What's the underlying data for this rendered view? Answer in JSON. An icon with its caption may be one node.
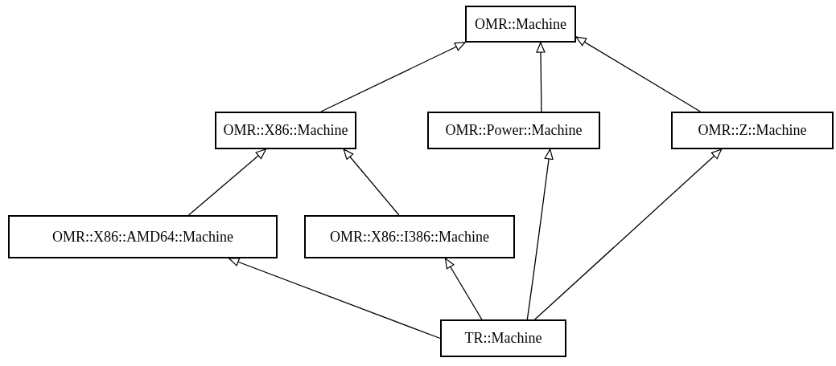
{
  "diagram": {
    "nodes": [
      {
        "text": [
          "OMR::Machine"
        ]
      },
      {
        "text": [
          "OMR::X86::Machine"
        ]
      },
      {
        "text": [
          "OMR::Power::Machine"
        ]
      },
      {
        "text": [
          "OMR::Z::Machine"
        ]
      },
      {
        "text": [
          "OMR::X86::AMD64::Machine"
        ]
      },
      {
        "text": [
          "OMR::X86::I386::Machine"
        ]
      },
      {
        "text": [
          "TR::Machine"
        ]
      }
    ],
    "edges": [
      {
        "from": 1,
        "to": 0,
        "arrow": "to"
      },
      {
        "from": 2,
        "to": 0,
        "arrow": "to"
      },
      {
        "from": 3,
        "to": 0,
        "arrow": "to"
      },
      {
        "from": 4,
        "to": 1,
        "arrow": "to"
      },
      {
        "from": 5,
        "to": 1,
        "arrow": "to"
      },
      {
        "from": 6,
        "to": 4,
        "arrow": "to"
      },
      {
        "from": 6,
        "to": 5,
        "arrow": "to"
      },
      {
        "from": 6,
        "to": 2,
        "arrow": "to"
      },
      {
        "from": 6,
        "to": 3,
        "arrow": "to"
      }
    ]
  }
}
